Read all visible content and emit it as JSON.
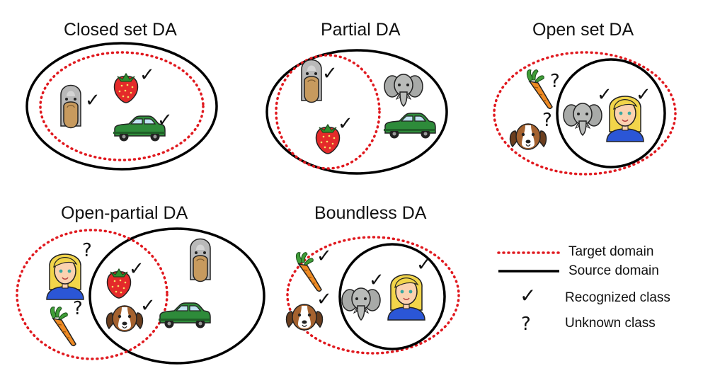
{
  "panels": [
    {
      "title": "Closed set DA"
    },
    {
      "title": "Partial DA"
    },
    {
      "title": "Open set DA"
    },
    {
      "title": "Open-partial DA"
    },
    {
      "title": "Boundless DA"
    }
  ],
  "marks": {
    "recognized": "✓",
    "unknown": "?"
  },
  "legend": {
    "target_domain": "Target domain",
    "source_domain": "Source domain",
    "recognized_class": "Recognized class",
    "unknown_class": "Unknown class"
  },
  "colors": {
    "target": "#e0191f",
    "source": "#000000"
  }
}
